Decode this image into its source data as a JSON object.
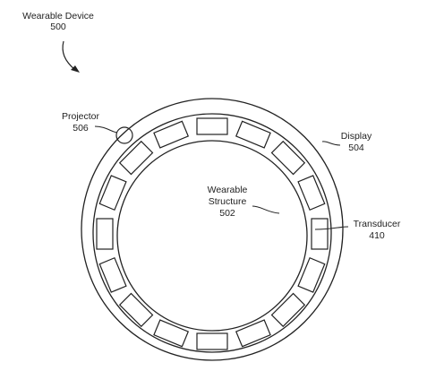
{
  "labels": {
    "device_title": "Wearable Device",
    "device_number": "500",
    "projector_title": "Projector",
    "projector_number": "506",
    "display_title": "Display",
    "display_number": "504",
    "structure_line1": "Wearable",
    "structure_line2": "Structure",
    "structure_number": "502",
    "transducer_title": "Transducer",
    "transducer_number": "410"
  },
  "diagram": {
    "transducer_count": 16,
    "line_color": "#222222"
  }
}
